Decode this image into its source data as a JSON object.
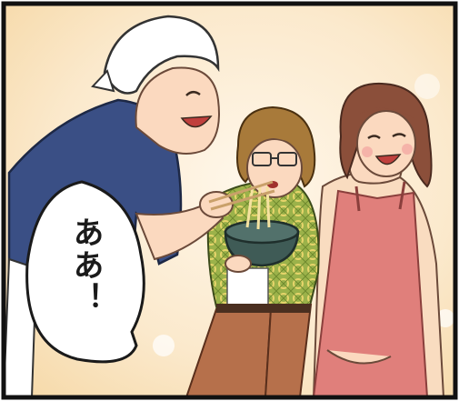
{
  "panel": {
    "dialogue": "ああ！"
  },
  "palette": {
    "background_warm": "#f6d9a8",
    "background_light": "#fff7ea",
    "chef_shirt": "#3a4f85",
    "headscarf": "#ffffff",
    "skin": "#fbd9bf",
    "glasses_man_shirt": "#9bb24a",
    "pants": "#b6704b",
    "bowl": "#3f5b56",
    "woman_hair": "#8b4f3a",
    "apron": "#e07f7b",
    "woman_sweater": "#f9dcc0"
  },
  "icons": [
    "speech-bubble",
    "noodle-bowl",
    "chopsticks"
  ]
}
